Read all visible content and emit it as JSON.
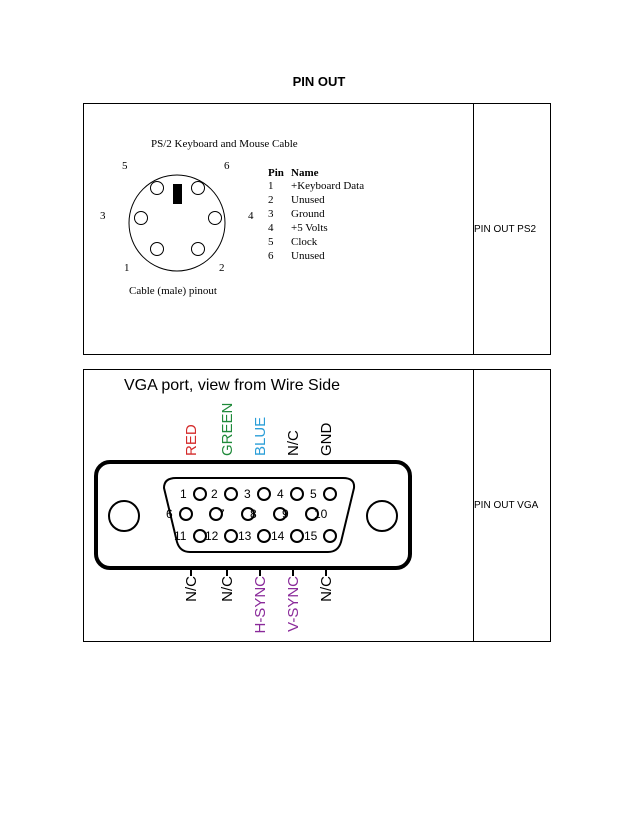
{
  "page": {
    "title": "PIN OUT"
  },
  "rows": [
    {
      "label": "PIN OUT PS2"
    },
    {
      "label": "PIN OUT VGA"
    }
  ],
  "ps2": {
    "heading": "PS/2 Keyboard and Mouse Cable",
    "caption": "Cable (male) pinout",
    "pin_numbers": [
      "5",
      "6",
      "3",
      "4",
      "1",
      "2"
    ],
    "table_header": {
      "pin": "Pin",
      "name": "Name"
    },
    "pins": [
      {
        "pin": "1",
        "name": "+Keyboard Data"
      },
      {
        "pin": "2",
        "name": "Unused"
      },
      {
        "pin": "3",
        "name": "Ground"
      },
      {
        "pin": "4",
        "name": "+5 Volts"
      },
      {
        "pin": "5",
        "name": "Clock"
      },
      {
        "pin": "6",
        "name": "Unused"
      }
    ]
  },
  "vga": {
    "heading": "VGA port, view from Wire Side",
    "top_labels": [
      {
        "text": "RED",
        "color": "#d42a2a"
      },
      {
        "text": "GREEN",
        "color": "#1f8a3a"
      },
      {
        "text": "BLUE",
        "color": "#2a9ed8"
      },
      {
        "text": "N/C",
        "color": "#000000"
      },
      {
        "text": "GND",
        "color": "#000000"
      }
    ],
    "bottom_labels": [
      {
        "text": "N/C",
        "color": "#000000"
      },
      {
        "text": "N/C",
        "color": "#000000"
      },
      {
        "text": "H-SYNC",
        "color": "#8a2a9a"
      },
      {
        "text": "V-SYNC",
        "color": "#8a2a9a"
      },
      {
        "text": "N/C",
        "color": "#000000"
      }
    ],
    "pin_numbers": [
      "1",
      "2",
      "3",
      "4",
      "5",
      "6",
      "7",
      "8",
      "9",
      "10",
      "11",
      "12",
      "13",
      "14",
      "15"
    ]
  }
}
